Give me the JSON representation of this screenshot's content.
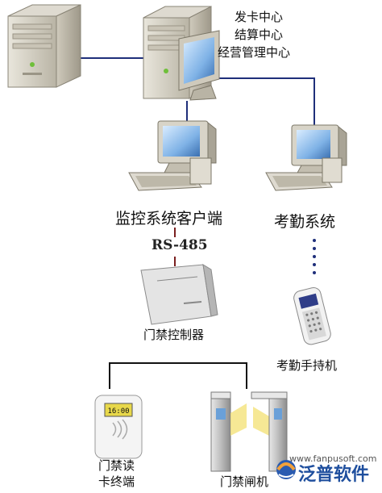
{
  "center_labels": [
    "发卡中心",
    "结算中心",
    "经营管理中心"
  ],
  "monitor_client_label": "监控系统客户端",
  "attendance_system_label": "考勤系统",
  "rs485_label": "RS-485",
  "controller_label": "门禁控制器",
  "handheld_label": "考勤手持机",
  "reader_label_line1": "门禁读",
  "reader_label_line2": "卡终端",
  "gate_label": "门禁闸机",
  "reader_screen": "16:00",
  "watermark_url": "www.fanpusoft.com",
  "brand_name": "泛普软件",
  "colors": {
    "network_line": "#1f2f7a",
    "rs485_line": "#7a1f1f",
    "brand": "#1f4f9e"
  }
}
